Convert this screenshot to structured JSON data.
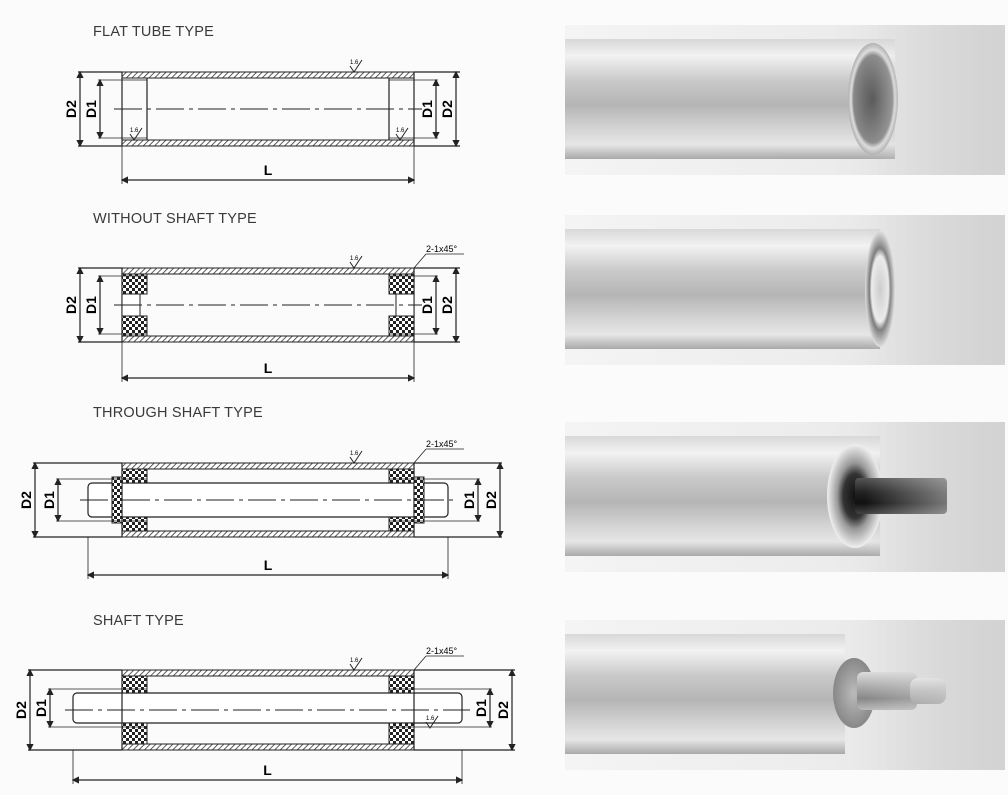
{
  "sections": [
    {
      "title": "FLAT TUBE TYPE",
      "roughness": [
        "1.6",
        "1.6",
        "1.6"
      ],
      "labels": {
        "d1": "D1",
        "d2": "D2",
        "l": "L"
      }
    },
    {
      "title": "WITHOUT SHAFT TYPE",
      "roughness": [
        "1.6"
      ],
      "chamfer": "2-1x45°",
      "labels": {
        "d1": "D1",
        "d2": "D2",
        "l": "L"
      }
    },
    {
      "title": "THROUGH SHAFT TYPE",
      "roughness": [
        "1.6"
      ],
      "chamfer": "2-1x45°",
      "labels": {
        "d1": "D1",
        "d2": "D2",
        "l": "L"
      }
    },
    {
      "title": "SHAFT TYPE",
      "roughness": [
        "1.6",
        "1.6"
      ],
      "chamfer": "2-1x45°",
      "labels": {
        "d1": "D1",
        "d2": "D2",
        "l": "L"
      }
    }
  ],
  "colors": {
    "line": "#222222",
    "hatch": "#333333",
    "title": "#3a3a3a"
  }
}
